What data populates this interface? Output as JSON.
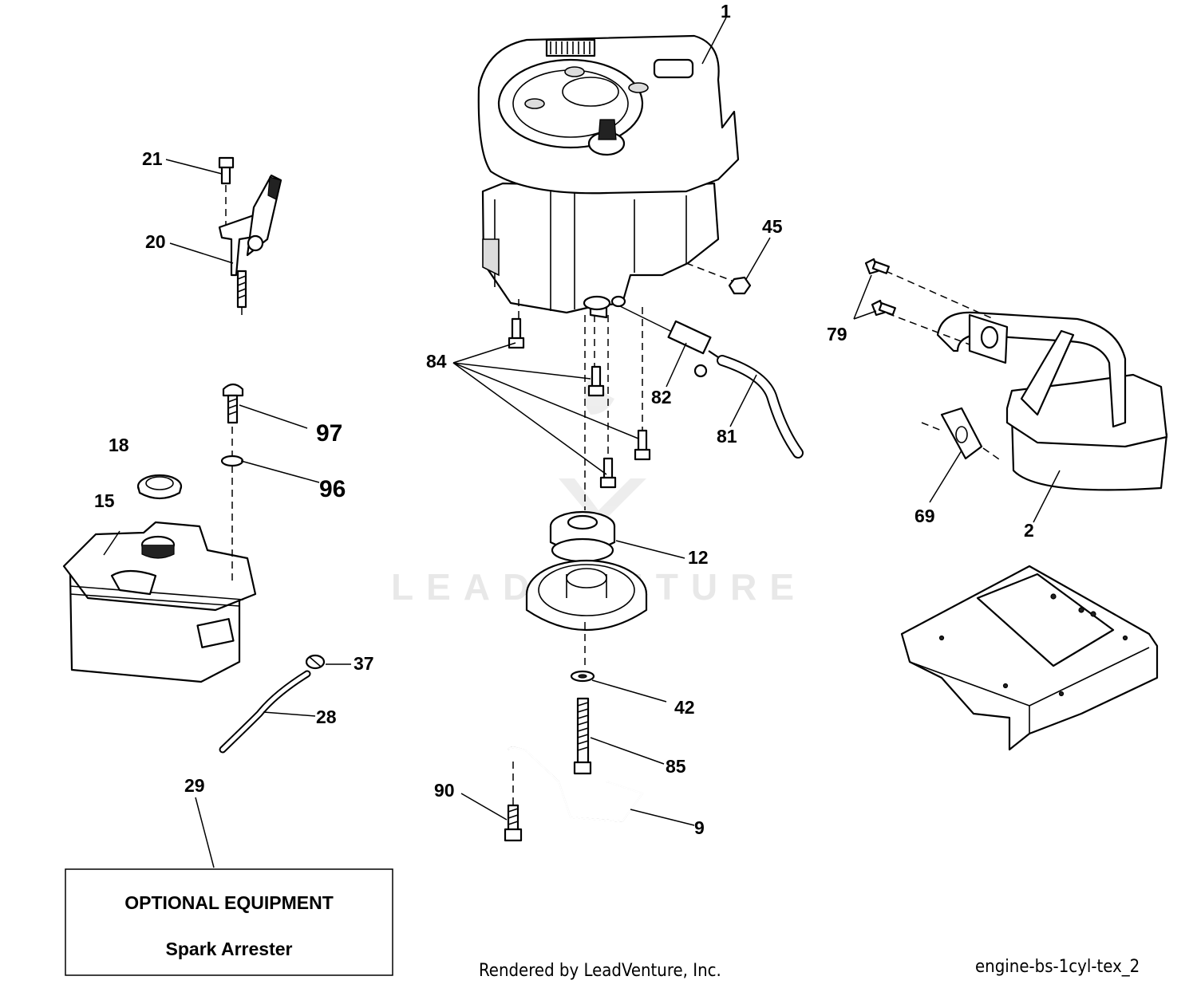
{
  "callouts": {
    "c1": "1",
    "c2": "2",
    "c9": "9",
    "c12": "12",
    "c15": "15",
    "c18": "18",
    "c20": "20",
    "c21": "21",
    "c28": "28",
    "c29": "29",
    "c37": "37",
    "c42": "42",
    "c45": "45",
    "c69": "69",
    "c79": "79",
    "c81": "81",
    "c82": "82",
    "c84": "84",
    "c85": "85",
    "c90": "90",
    "c96": "96",
    "c97": "97"
  },
  "optional_box": {
    "title": "OPTIONAL EQUIPMENT",
    "item": "Spark Arrester"
  },
  "watermark": "LEADVENTURE",
  "footer": {
    "rendered_by": "Rendered by LeadVenture, Inc.",
    "diagram_id": "engine-bs-1cyl-tex_2"
  }
}
